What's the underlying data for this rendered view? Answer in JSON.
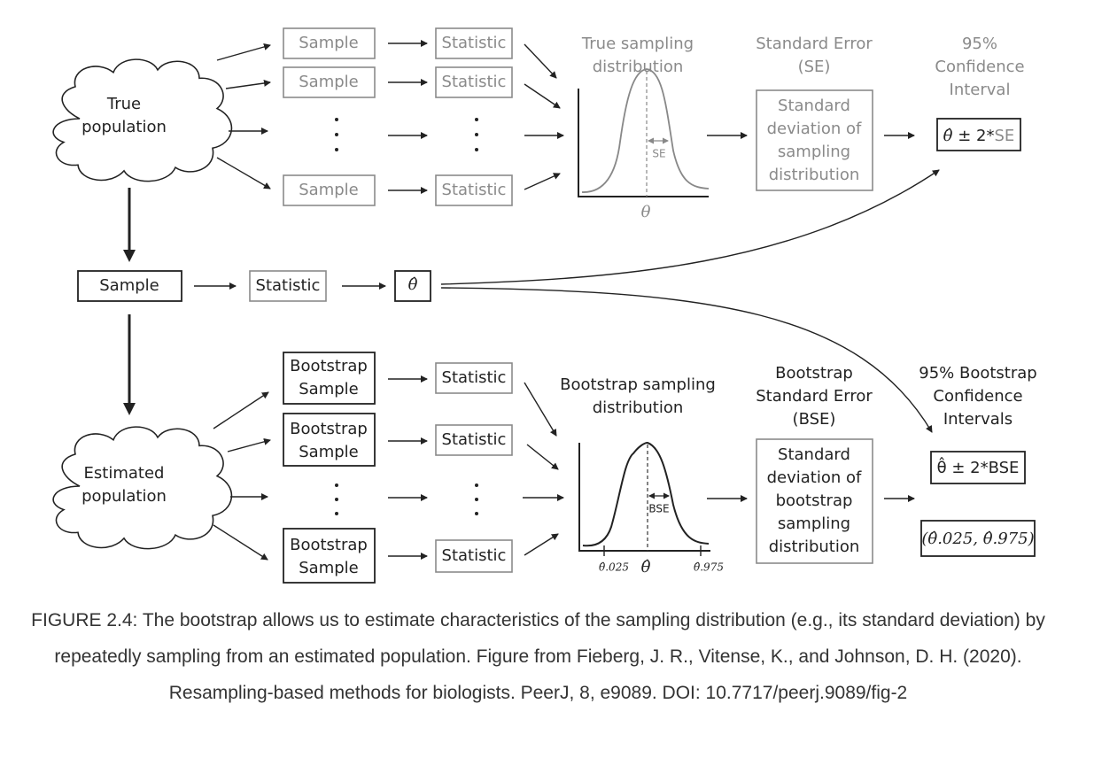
{
  "top_row": {
    "population_label": [
      "True",
      "population"
    ],
    "samples": [
      "Sample",
      "Sample",
      "Sample"
    ],
    "statistics": [
      "Statistic",
      "Statistic",
      "Statistic"
    ],
    "ellipsis": "⋮",
    "dist_title": [
      "True sampling",
      "distribution"
    ],
    "dist_axis_label": "θ",
    "dist_spread_label": "SE",
    "se_title": [
      "Standard Error",
      "(SE)"
    ],
    "se_box": [
      "Standard",
      "deviation of",
      "sampling",
      "distribution"
    ],
    "ci_title": [
      "95%",
      "Confidence",
      "Interval"
    ],
    "ci_formula": {
      "theta_hat": "θ̂",
      "rest_dark": " ± 2*",
      "rest_gray": "SE"
    }
  },
  "middle_row": {
    "sample": "Sample",
    "statistic": "Statistic",
    "estimate": "θ̂"
  },
  "bottom_row": {
    "population_label": [
      "Estimated",
      "population"
    ],
    "samples": [
      [
        "Bootstrap",
        "Sample"
      ],
      [
        "Bootstrap",
        "Sample"
      ],
      [
        "Bootstrap",
        "Sample"
      ]
    ],
    "statistics": [
      "Statistic",
      "Statistic",
      "Statistic"
    ],
    "dist_title": [
      "Bootstrap sampling",
      "distribution"
    ],
    "dist_spread_label": "BSE",
    "dist_ticks": {
      "low": "θ̂.025",
      "center": "θ̂",
      "high": "θ̂.975"
    },
    "bse_title": [
      "Bootstrap",
      "Standard Error",
      "(BSE)"
    ],
    "bse_box": [
      "Standard",
      "deviation of",
      "bootstrap",
      "sampling",
      "distribution"
    ],
    "ci_title": [
      "95% Bootstrap",
      "Confidence",
      "Intervals"
    ],
    "ci_formula_1": "θ̂ ± 2*BSE",
    "ci_formula_2": "(θ̂.025, θ̂.975)"
  },
  "caption": "FIGURE 2.4: The bootstrap allows us to estimate characteristics of the sampling distribution (e.g., its standard deviation) by repeatedly sampling from an estimated population. Figure from Fieberg, J. R., Vitense, K., and Johnson, D. H. (2020). Resampling-based methods for biologists. PeerJ, 8, e9089. DOI: 10.7717/peerj.9089/fig-2",
  "colors": {
    "dark": "#222222",
    "gray": "#8a8a8a"
  }
}
